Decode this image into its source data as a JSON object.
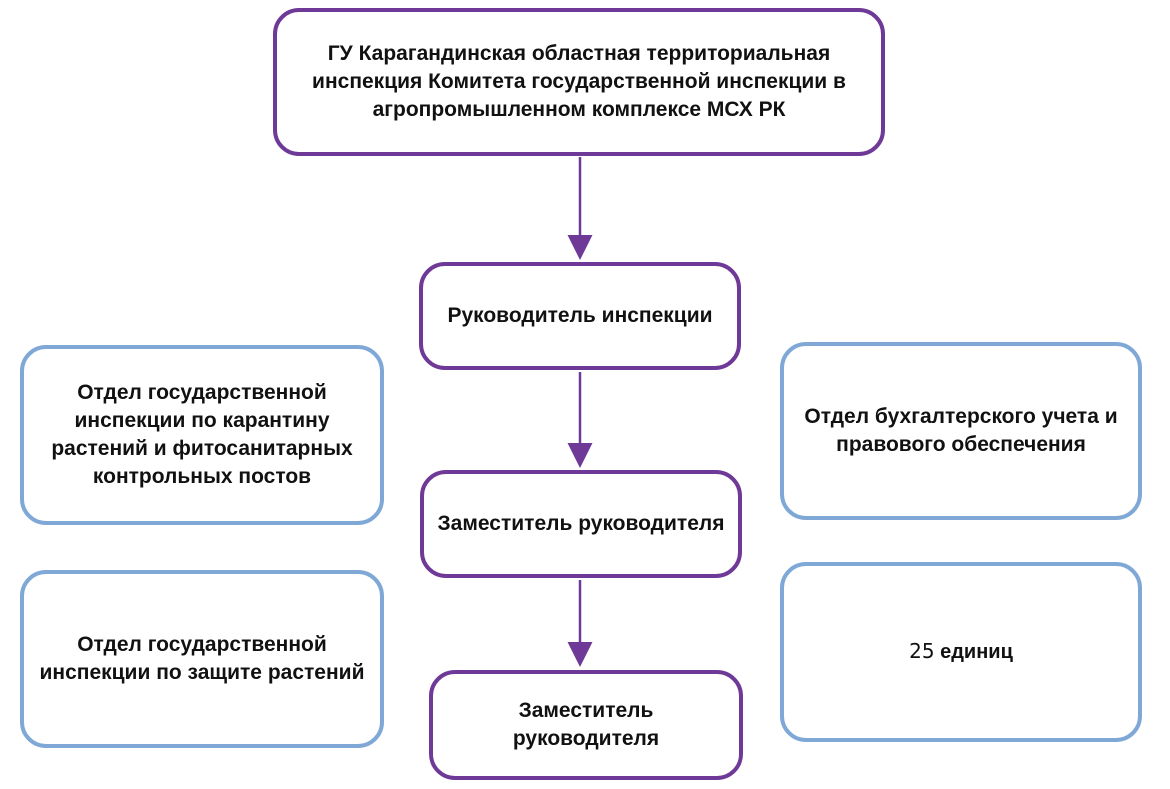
{
  "diagram": {
    "top": {
      "text": "ГУ Карагандинская областная территориальная инспекция Комитета государственной инспекции в агропромышленном комплексе МСХ РК"
    },
    "head": {
      "text": "Руководитель инспекции"
    },
    "deputy_1": {
      "text": "Заместитель руководителя"
    },
    "deputy_2": {
      "text": "Заместитель руководителя"
    },
    "left_1": {
      "text": "Отдел государственной инспекции по карантину растений и фитосанитарных контрольных постов"
    },
    "left_2": {
      "text": "Отдел государственной инспекции по защите растений"
    },
    "right_1": {
      "text": "Отдел бухгалтерского учета и правового обеспечения"
    },
    "right_2": {
      "number": "25",
      "text": "единиц"
    }
  },
  "colors": {
    "main_border": "#6f3a97",
    "side_border": "#7fa8d6",
    "arrow": "#6f3a97"
  }
}
